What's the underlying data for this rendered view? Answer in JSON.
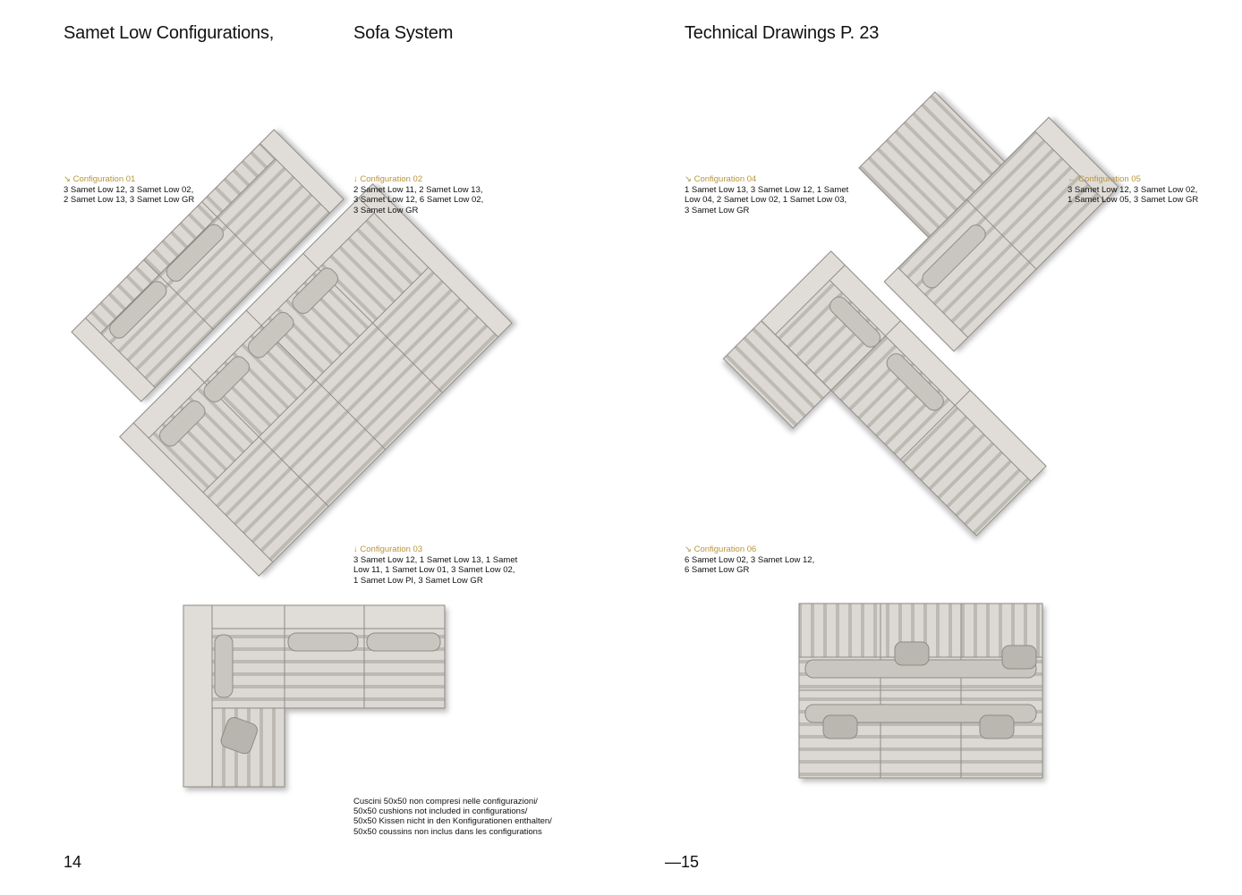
{
  "left_page": {
    "title_1": "Samet Low Configurations,",
    "title_2": "Sofa System",
    "page_number": "14",
    "configs": [
      {
        "label": "↘ Configuration 01",
        "text": "3 Samet Low 12, 3 Samet Low 02,\n2 Samet Low 13, 3 Samet Low GR"
      },
      {
        "label": "↓ Configuration 02",
        "text": "2 Samet Low 11, 2 Samet Low 13,\n3 Samet Low 12, 6 Samet Low 02,\n3 Samet Low GR"
      },
      {
        "label": "↓ Configuration 03",
        "text": "3 Samet Low 12, 1 Samet Low 13, 1 Samet\nLow 11, 1 Samet Low 01, 3 Samet Low 02,\n1 Samet Low PI, 3 Samet Low GR"
      }
    ],
    "note": "Cuscini 50x50 non compresi nelle configurazioni/\n50x50 cushions not included in configurations/\n50x50 Kissen nicht in den Konfigurationen enthalten/\n50x50 coussins non inclus dans les configurations"
  },
  "right_page": {
    "title": "Technical Drawings P. 23",
    "page_number": "—15",
    "configs": [
      {
        "label": "↘ Configuration 04",
        "text": "1 Samet Low 13, 3 Samet Low 12, 1 Samet\nLow 04, 2 Samet Low 02, 1 Samet Low 03,\n3 Samet Low GR"
      },
      {
        "label": "← Configuration 05",
        "text": "3 Samet Low 12, 3 Samet Low 02,\n1 Samet Low 05, 3 Samet Low GR"
      },
      {
        "label": "↘ Configuration 06",
        "text": "6 Samet Low 02, 3 Samet Low 12,\n6 Samet Low GR"
      }
    ]
  },
  "colors": {
    "accent": "#b8953a",
    "sofa": "#d9d6d1"
  }
}
